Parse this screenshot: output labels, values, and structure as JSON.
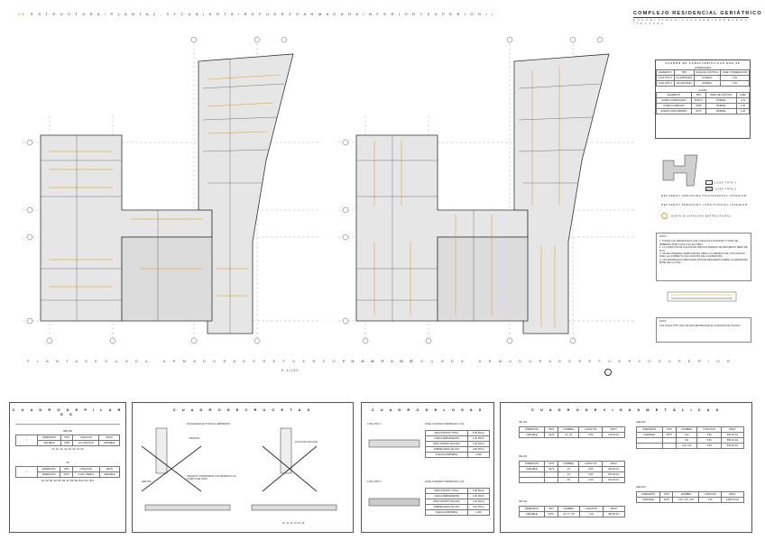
{
  "sheet": {
    "number": "15",
    "title": "E S T R U C T U R A   /   P L A N T A   2 - 3   Y   C U B I E R T A   /   R E F U E R Z O   A R M A D U R A   I N F E R I O R   Y   S U P E R I O R   / /"
  },
  "project": {
    "title": "COMPLEJO RESIDENCIAL GERIÁTRICO",
    "subtitle": "E S C U E L A   T É C N I C A   S U P E R I O R   D E   A R Q U I T E C T U R A"
  },
  "plans": {
    "left_caption": "P L A N T A   S E G U N D A .   A R M A D U R A   D E   R E F U E R Z O   I N F E R I O R",
    "right_caption": "P L A N T A   S E G U N D A .   A R M A D U R A   D E   R E F U E R Z O   S U P E R I O R",
    "scale": "E . 1 / 1 5 0"
  },
  "characteristics": {
    "title": "CUADRO DE CARACTERÍSTICAS EHE-08",
    "concrete_header": "HORMIGONES",
    "concrete_cols": [
      "ELEMENTO",
      "TIPO",
      "NIVEL DE CONTROL",
      "COEF. PONDERACIÓN"
    ],
    "concrete_rows": [
      [
        "LOSA TIPO 1",
        "HA-30/B/20/IIIa",
        "NORMAL",
        "1,50"
      ],
      [
        "LOSA TIPO 2",
        "HA-30/F/20/IIa",
        "NORMAL",
        "1,50"
      ]
    ],
    "steel_header": "ACERO",
    "steel_cols": [
      "ELEMENTO",
      "TIPO",
      "NIVEL DE CONTROL",
      "COEF."
    ],
    "steel_rows": [
      [
        "ACERO CORRUGADO",
        "B 500 S",
        "NORMAL",
        "1,15"
      ],
      [
        "ACERO LAMINADO",
        "S355",
        "NORMAL",
        "1,05"
      ],
      [
        "ACERO CONFORMADO",
        "S275",
        "NORMAL",
        "1,05"
      ]
    ]
  },
  "legend": {
    "items": [
      "LOSA TIPO 1",
      "LOSA TIPO 2",
      "REFUERZO ARMADURA TRANSVERSAL INFERIOR",
      "REFUERZO ARMADURA LONGITUDINAL INFERIOR",
      "JUNTA DILATACIÓN ESTRUCTURAL"
    ]
  },
  "notes": {
    "label": "NOTA:",
    "items": [
      "1. TODAS LAS ARMADURAS QUE CUELGAN A FORJADO O VANO SE DEBERÁN ATAR FIJAS A SU EN OBRA.",
      "2. LA LONGITUD DE SOLAPE ENTRE DOS BARRAS DE REFUERZO SERÁ DE 50 D.",
      "3. SE RECOMIENDA VERIFICAR EN OBRA LAS MEDIDAS DE LOS HUECOS PARA LA CORRECTA COLOCACIÓN DE LA ARMADURA.",
      "4. LAS ARMADURAS INDICADAS SON DE REFUERZO SOBRE LA ARMADURA BASE DE LA LOSA."
    ],
    "note2_label": "NOTA:",
    "note2": "LAS VIGAS TIPO VIGA SE ENCUENTRAN EN EL FORJADO DE PLANTA."
  },
  "pillars": {
    "title": "C U A D R O   D E   P I L A R E S",
    "table1_header": "HEB 280",
    "cols": [
      "DIMENSIÓN",
      "TIPO",
      "LONGITUD",
      "PESO"
    ],
    "rows1": [
      [
        "VARIABLE",
        "S355",
        "10 LONGITUD",
        "VARIABLE"
      ]
    ],
    "row_note1": "1A, 2A, 3A, 4A, 5A, 6A, 7A, 8A",
    "table2_header": "D5",
    "rows2": [
      [
        "DIMENSIÓN",
        "S275",
        "LONG. PERFIL",
        "VARIABLE"
      ]
    ],
    "row_note2": "B1, B2, B3, B4, B5, B6, B7, B8, B9, B10, B11, B12"
  },
  "crossings": {
    "title": "C U A D R O   D E   C R U C E T A S",
    "labels": [
      "SOLDADURA EN TODO EL PERÍMETRO",
      "CRUCETA",
      "PLACA DE ANCLAJE",
      "HEB 300",
      "CRUCETA COMPROBAR CON RESPECTO AL CUARTO DE VANO"
    ],
    "note": "10, 11, 12, 13, 14, 15"
  },
  "slabs": {
    "title": "C U A D R O   D E   L O S A S",
    "slab1_label": "LOSA TIPO 1",
    "slab1_spec": "NIVEL FORJADO TERMINADO: 0,00",
    "slab1_rows": [
      [
        "PESO PROPIO TOTAL",
        "5,00 KN/m²"
      ],
      [
        "CARGA PERMANENTE",
        "2,00 KN/m²"
      ],
      [
        "PESO PROPIO SOLADO",
        "1,00 KN/m²"
      ],
      [
        "SOBRECARGA DE USO",
        "2,00 KN/m²"
      ],
      [
        "FLECHA ADMISIBLE",
        "L/400"
      ]
    ],
    "slab2_label": "LOSA TIPO 2",
    "slab2_spec": "NIVEL FORJADO TERMINADO: 0,00",
    "slab2_rows": [
      [
        "PESO PROPIO TOTAL",
        "5,00 KN/m²"
      ],
      [
        "CARGA PERMANENTE",
        "2,00 KN/m²"
      ],
      [
        "PESO PROPIO SOLADO",
        "1,00 KN/m²"
      ],
      [
        "SOBRECARGA DE USO",
        "3,00 KN/m²"
      ],
      [
        "FLECHA ADMISIBLE",
        "L/400"
      ]
    ]
  },
  "beams": {
    "title": "C U A D R O   D E   V I G A S   M E T Á L I C A S",
    "groups": [
      {
        "header": "IPE 300",
        "cols": [
          "DIMENSIÓN",
          "TIPO",
          "NOMBRE",
          "LONGITUD",
          "PESO"
        ],
        "rows": [
          [
            "VARIABLE",
            "S275",
            "V1, V2",
            "5,80",
            "130,00 KG"
          ]
        ]
      },
      {
        "header": "IPE 400",
        "cols": [
          "DIMENSIÓN",
          "TIPO",
          "NOMBRE",
          "LONGITUD",
          "PESO"
        ],
        "rows": [
          [
            "VARIABLE",
            "S275",
            "V3",
            "5,80",
            "250,00 KG"
          ],
          [
            "",
            "",
            "V4",
            "5,80",
            "250,00 KG"
          ],
          [
            "",
            "",
            "V5",
            "2,50",
            "102,00 KG"
          ]
        ]
      },
      {
        "header": "IPE 450",
        "cols": [
          "DIMENSIÓN",
          "TIPO",
          "NOMBRE",
          "LONGITUD",
          "PESO"
        ],
        "rows": [
          [
            "VARIABLE",
            "S275",
            "V6, V7, V8",
            "7,30",
            "380,00 KG"
          ]
        ]
      },
      {
        "header": "HEB 300",
        "cols": [
          "DIMENSIÓN",
          "TIPO",
          "NOMBRE",
          "LONGITUD",
          "PESO"
        ],
        "rows": [
          [
            "VARIABLE",
            "S275",
            "V10",
            "3,50",
            "400,00 KG"
          ],
          [
            "",
            "",
            "V11",
            "5,50",
            "580,00 KG"
          ],
          [
            "",
            "",
            "V12, V13",
            "6,50",
            "640,00 KG"
          ]
        ]
      },
      {
        "header": "HEB 400",
        "cols": [
          "DIMENSIÓN",
          "TIPO",
          "NOMBRE",
          "LONGITUD",
          "PESO"
        ],
        "rows": [
          [
            "VARIABLE",
            "S275",
            "V14, V15, V16",
            "7,50",
            "1280,00 KG"
          ]
        ]
      }
    ]
  },
  "colors": {
    "slab_fill": "#e6e6e6",
    "rebar_accent": "#e0a000",
    "lines": "#333333"
  }
}
